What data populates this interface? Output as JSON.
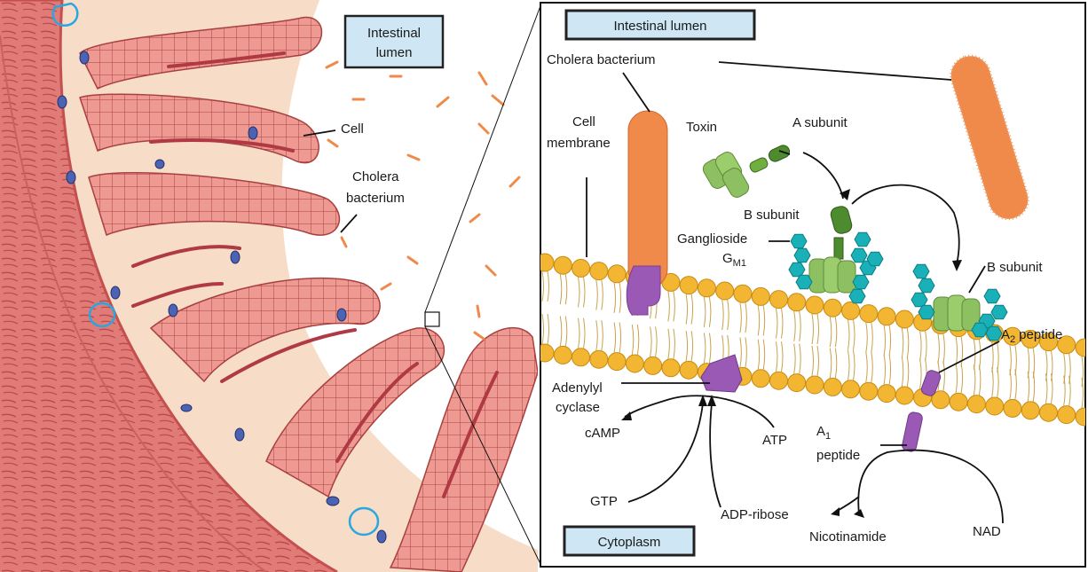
{
  "left_panel": {
    "lumen_box": [
      "Intestinal",
      "lumen"
    ],
    "cell": "Cell",
    "cholera": [
      "Cholera",
      "bacterium"
    ]
  },
  "right_panel": {
    "lumen_box": "Intestinal lumen",
    "cholera_bacterium": "Cholera bacterium",
    "cell_membrane": [
      "Cell",
      "membrane"
    ],
    "toxin": "Toxin",
    "a_subunit": "A subunit",
    "b_subunit_top": "B subunit",
    "ganglioside": "Ganglioside",
    "gm1_main": "G",
    "gm1_sub": "M1",
    "b_subunit_right": "B subunit",
    "a2_main": "A",
    "a2_sub": "2",
    "a2_rest": "peptide",
    "adenylyl": [
      "Adenylyl",
      "cyclase"
    ],
    "camp": "cAMP",
    "atp": "ATP",
    "a1_main": "A",
    "a1_sub": "1",
    "a1_rest": "peptide",
    "gtp": "GTP",
    "adp_ribose": "ADP-ribose",
    "nicotinamide": "Nicotinamide",
    "nad": "NAD",
    "cytoplasm_box": "Cytoplasm"
  },
  "colors": {
    "tissue": "#e8867f",
    "tissue_dark": "#b8484a",
    "stroma": "#f7dcc8",
    "bacterium": "#f08a4b",
    "label_box": "#cfe7f5",
    "membrane_head": "#f2b632",
    "toxin_green": "#8dc061",
    "a_subunit_green": "#4e8a2e",
    "ganglioside_teal": "#1ab0b8",
    "enzyme_purple": "#9b59b6"
  }
}
